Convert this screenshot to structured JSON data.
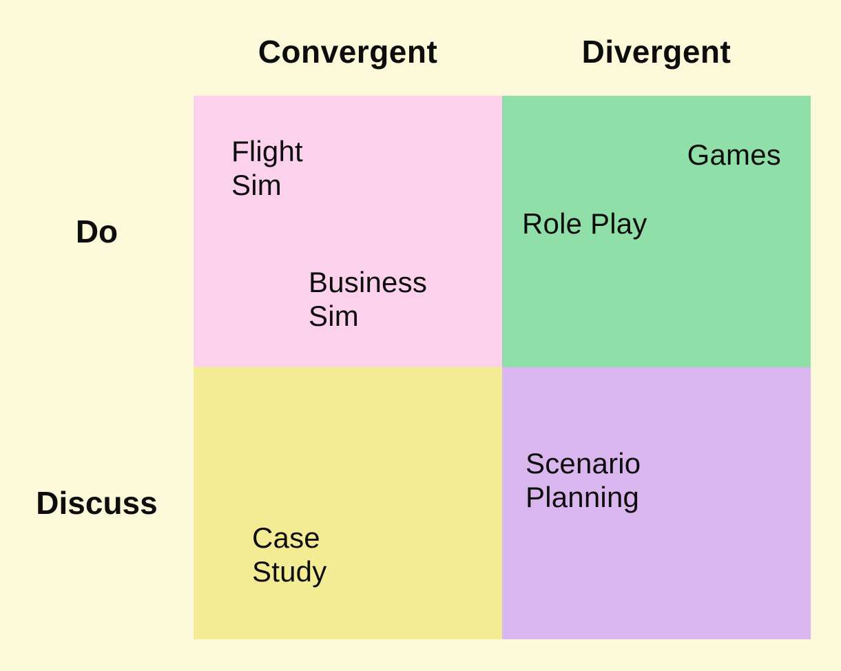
{
  "matrix": {
    "background_color": "#FCF9DA",
    "text_color": "#0D0D0D",
    "columns": [
      {
        "label": "Convergent"
      },
      {
        "label": "Divergent"
      }
    ],
    "rows": [
      {
        "label": "Do"
      },
      {
        "label": "Discuss"
      }
    ],
    "quadrants": [
      {
        "row": "Do",
        "column": "Convergent",
        "color": "#FCD1EC",
        "items": [
          {
            "label": "Flight\nSim"
          },
          {
            "label": "Business\nSim"
          }
        ]
      },
      {
        "row": "Do",
        "column": "Divergent",
        "color": "#90DFA8",
        "items": [
          {
            "label": "Games"
          },
          {
            "label": "Role Play"
          }
        ]
      },
      {
        "row": "Discuss",
        "column": "Convergent",
        "color": "#F4EC94",
        "items": [
          {
            "label": "Case\nStudy"
          }
        ]
      },
      {
        "row": "Discuss",
        "column": "Divergent",
        "color": "#DAB6EF",
        "items": [
          {
            "label": "Scenario\nPlanning"
          }
        ]
      }
    ]
  }
}
